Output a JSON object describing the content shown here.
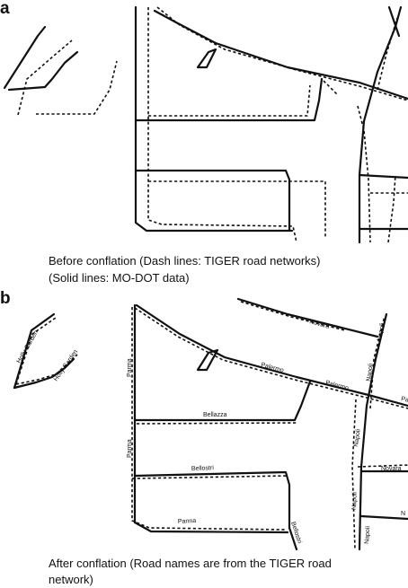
{
  "panel_a": {
    "letter": "a",
    "caption_line1": "Before conflation (Dash lines: TIGER road networks)",
    "caption_line2": "(Solid lines: MO-DOT data)"
  },
  "panel_b": {
    "letter": "b",
    "caption_line1": "After conflation (Road names are from the TIGER road",
    "caption_line2": "network)",
    "road_labels": {
      "holly_garden_1": "Holly Garden",
      "holly_garden_2": "Holly Garden",
      "novara_top": "Novara",
      "napoli_top": "Napoli",
      "parma_top": "Parma",
      "palermo_1": "Palermo",
      "palermo_2": "Palermo",
      "palermo_3": "Pa",
      "napoli_mid": "Napoli",
      "bellazza": "Bellazza",
      "parma_mid": "Parma",
      "napoli_low": "Napoli",
      "bellostri_mid": "Bellostri",
      "novara_low": "Novara",
      "napoli_bottom": "Napoli",
      "n_right": "N",
      "panna": "Panna",
      "bellostri_vert": "Bellostri",
      "napoli_edge": "Napoli"
    }
  }
}
